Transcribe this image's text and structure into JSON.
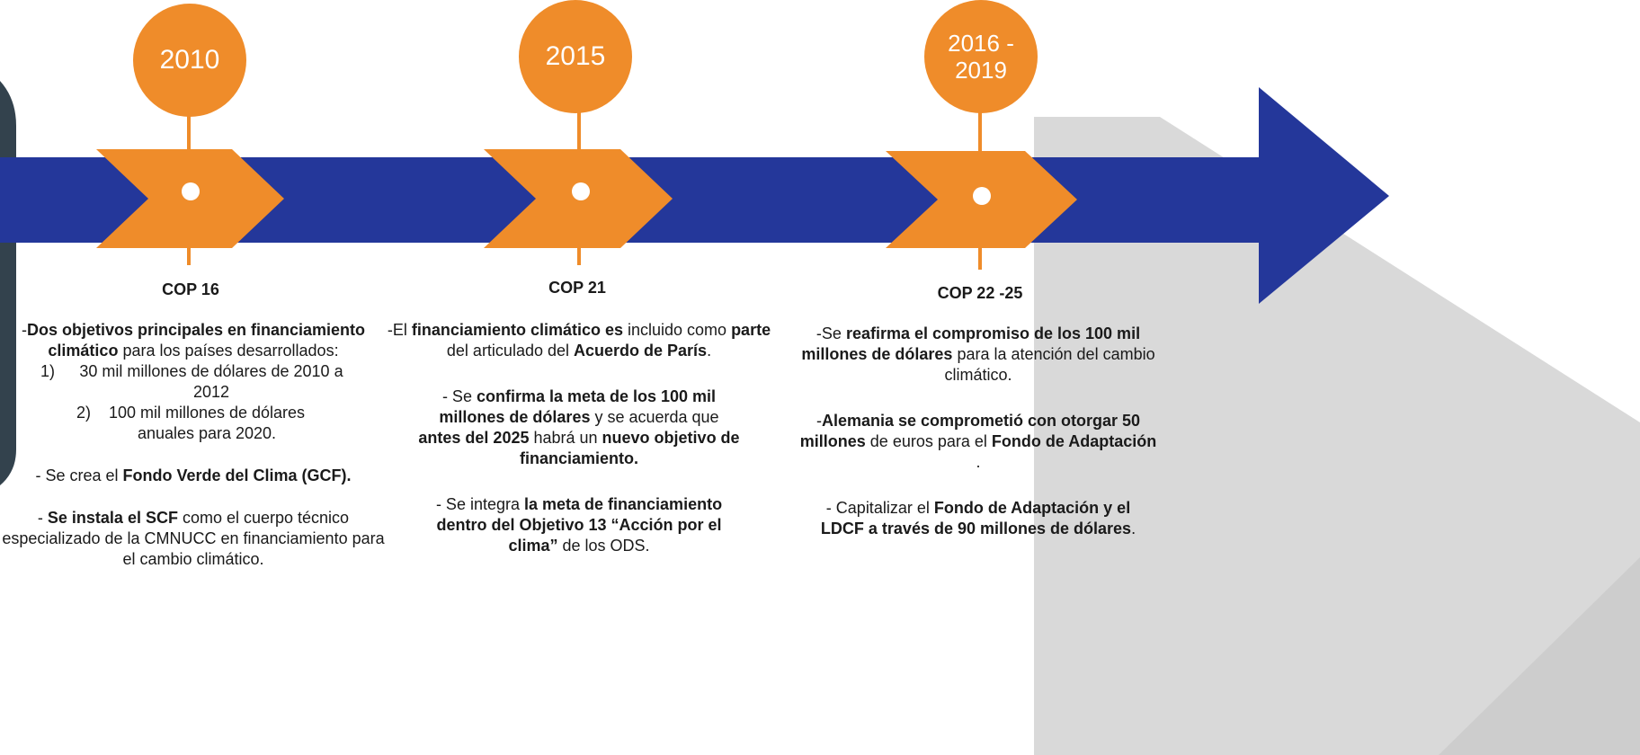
{
  "colors": {
    "band": "#24379a",
    "orange": "#ef8c2a",
    "grey": "#d9d9d9",
    "dark_panel": "#33424d"
  },
  "milestones": [
    {
      "year": "2010",
      "title": "COP 16",
      "blocks": [
        [
          "-",
          "**Dos objetivos principales en financiamiento climático**",
          " para los países desarrollados:"
        ],
        [
          "1)",
          "30 mil millones de dólares de 2010 a 2012"
        ],
        [
          "2)",
          "100 mil millones de dólares anuales para 2020."
        ],
        [
          "- Se crea el ",
          "**Fondo Verde del Clima (GCF).**"
        ],
        [
          "- ",
          "**Se instala el SCF**",
          " como el cuerpo técnico especializado de la CMNUCC en financiamiento para el cambio climático."
        ]
      ]
    },
    {
      "year": "2015",
      "title": "COP 21",
      "blocks": [
        [
          "-El ",
          "**financiamiento climático es**",
          " incluido como ",
          "**parte**",
          " del articulado del ",
          "**Acuerdo de París**",
          "."
        ],
        [
          "-     Se ",
          "**confirma la meta de los 100 mil millones de dólares**",
          " y se acuerda que ",
          "**antes del 2025**",
          " habrá un ",
          "**nuevo objetivo de financiamiento.**"
        ],
        [
          "-     Se integra ",
          "**la meta de financiamiento dentro del Objetivo 13 “Acción por el clima”**",
          " de los ODS."
        ]
      ]
    },
    {
      "year": "2016 -\n2019",
      "title": "COP 22 -25",
      "blocks": [
        [
          "-Se ",
          "**reafirma el compromiso de los 100 mil millones de dólares**",
          " para la atención del cambio climático."
        ],
        [
          "-",
          "**Alemania se comprometió con otorgar 50 millones**",
          " de euros para el ",
          "**Fondo de Adaptación**",
          " ."
        ],
        [
          "- Capitalizar el ",
          "**Fondo de Adaptación y el LDCF a través de 90 millones de dólares**",
          "."
        ]
      ]
    }
  ]
}
